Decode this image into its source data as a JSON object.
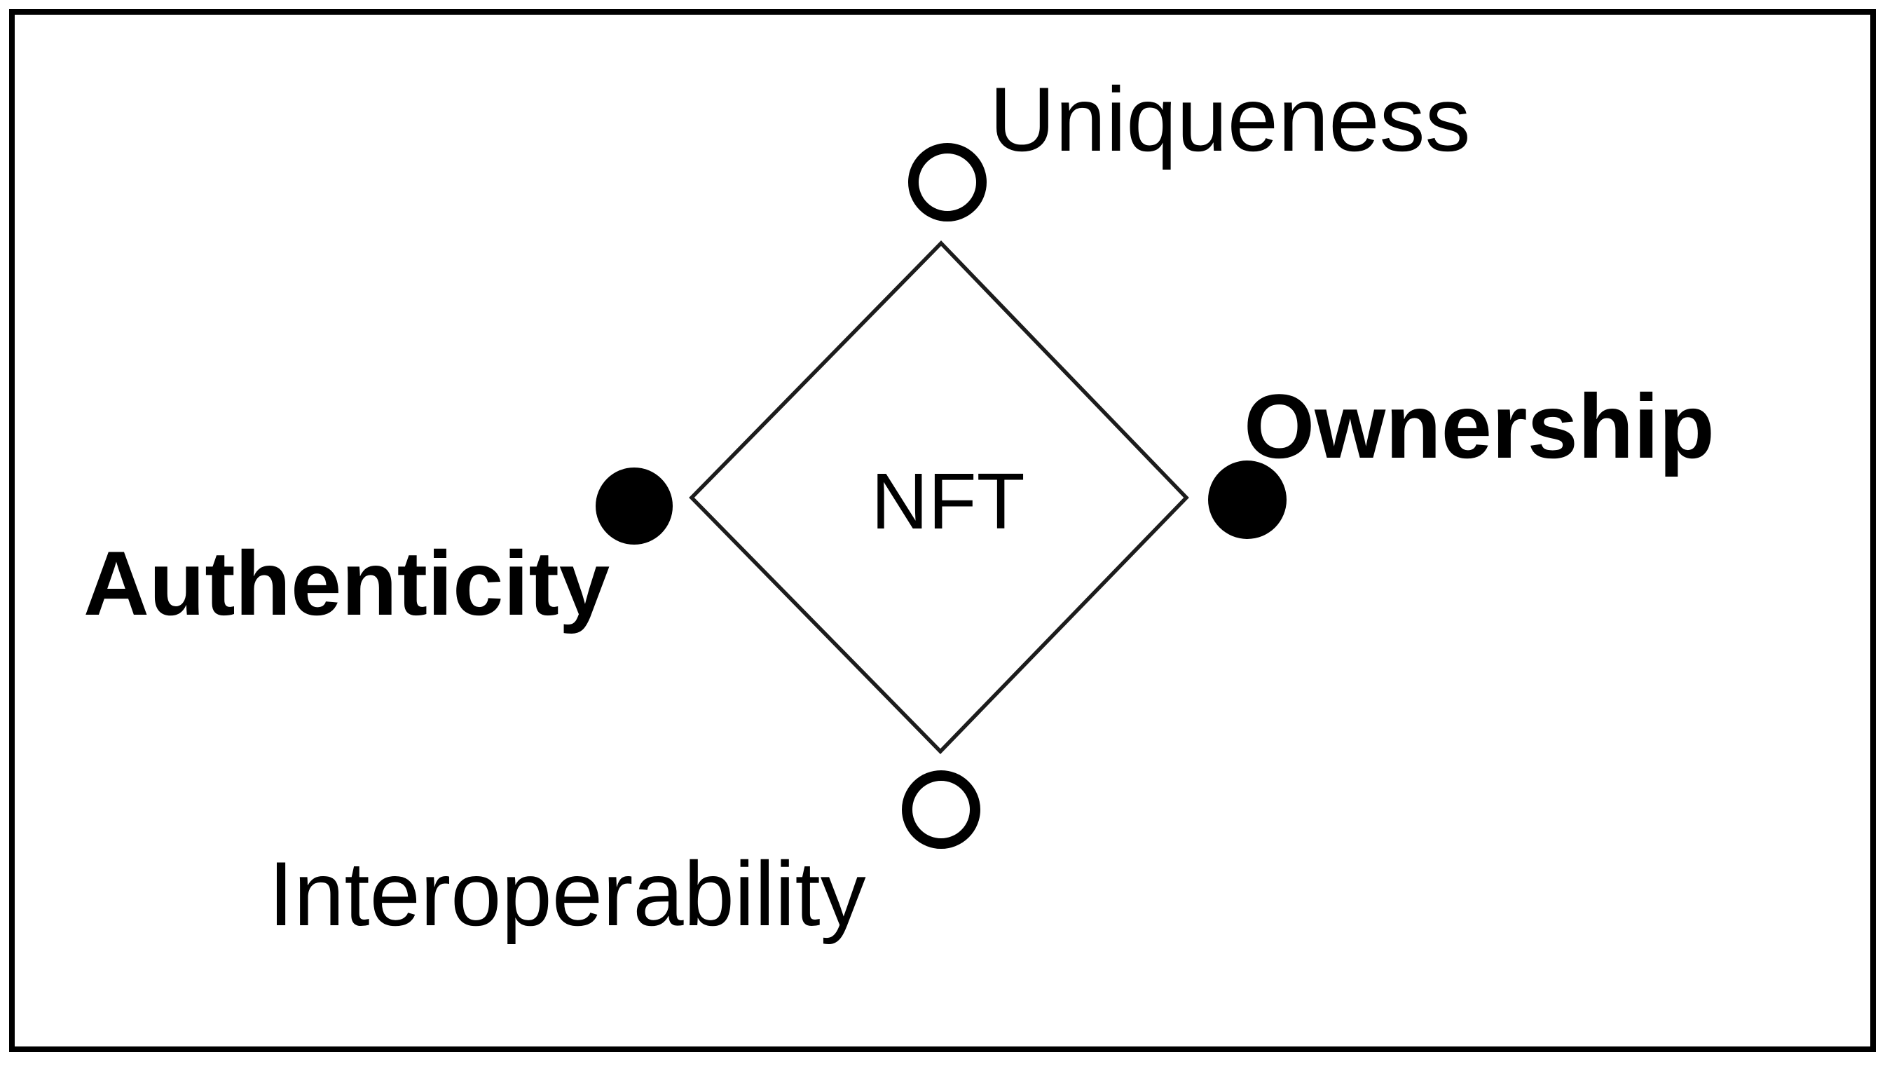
{
  "diagram": {
    "title": "NFT properties diamond diagram",
    "center_label": "NFT",
    "nodes": [
      {
        "id": "uniqueness",
        "label": "Uniqueness",
        "position": "top",
        "marker": "open-circle",
        "emphasis": "regular"
      },
      {
        "id": "ownership",
        "label": "Ownership",
        "position": "right",
        "marker": "filled-circle",
        "emphasis": "bold"
      },
      {
        "id": "interoperability",
        "label": "Interoperability",
        "position": "bottom",
        "marker": "open-circle",
        "emphasis": "regular"
      },
      {
        "id": "authenticity",
        "label": "Authenticity",
        "position": "left",
        "marker": "filled-circle",
        "emphasis": "bold"
      }
    ],
    "colors": {
      "ink": "#000000",
      "background": "#ffffff",
      "diamond_stroke": "#1c1c1c"
    }
  }
}
